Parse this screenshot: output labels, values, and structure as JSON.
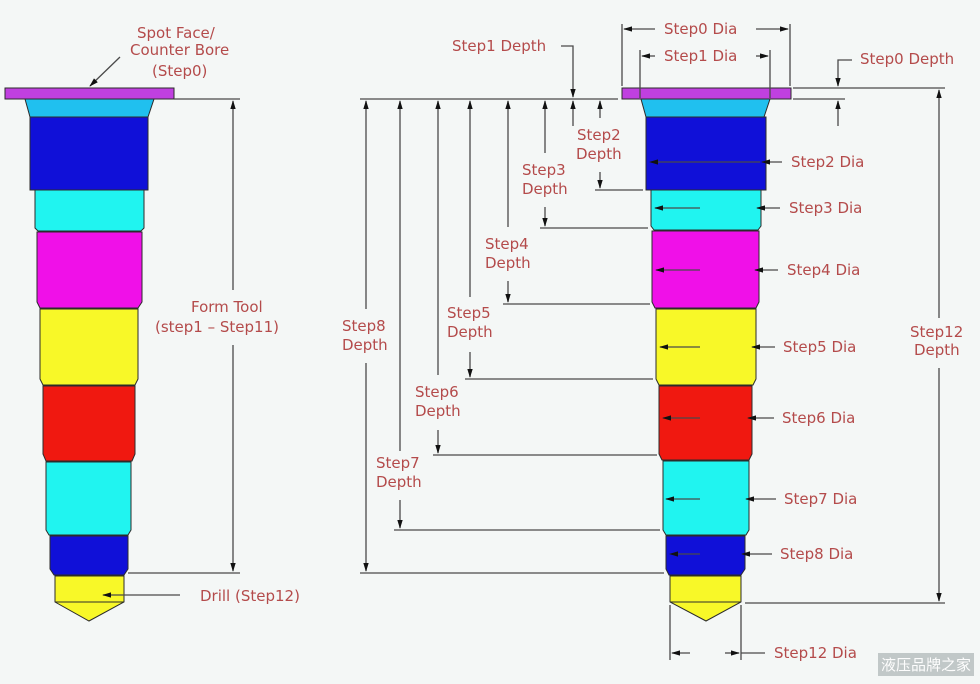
{
  "colors": {
    "label": "#b44b4b",
    "spot_face": "#c040e0",
    "step1": "#20c0ef",
    "step2": "#1010d8",
    "step3": "#20f4f0",
    "step4": "#f010e8",
    "step5": "#f8f828",
    "step6": "#f01810",
    "step7": "#20f4f0",
    "step8": "#1010d8",
    "drill": "#f8f828",
    "dim_line": "#4a4a4a",
    "background": "#f4f7f6"
  },
  "left_tool": {
    "spot_face_label": [
      "Spot Face/",
      "Counter Bore",
      "(Step0)"
    ],
    "form_tool_label": [
      "Form Tool",
      "(step1  –  Step11)"
    ],
    "drill_label": "Drill  (Step12)"
  },
  "right_tool": {
    "dia_labels": {
      "step0": "Step0  Dia",
      "step1": "Step1  Dia",
      "step2": "Step2  Dia",
      "step3": "Step3  Dia",
      "step4": "Step4  Dia",
      "step5": "Step5  Dia",
      "step6": "Step6  Dia",
      "step7": "Step7  Dia",
      "step8": "Step8  Dia",
      "step12": "Step12  Dia"
    },
    "depth_labels": {
      "step0": "Step0  Depth",
      "step1": "Step1  Depth",
      "step2": [
        "Step2",
        "Depth"
      ],
      "step3": [
        "Step3",
        "Depth"
      ],
      "step4": [
        "Step4",
        "Depth"
      ],
      "step5": [
        "Step5",
        "Depth"
      ],
      "step6": [
        "Step6",
        "Depth"
      ],
      "step7": [
        "Step7",
        "Depth"
      ],
      "step8": [
        "Step8",
        "Depth"
      ],
      "step12": [
        "Step12",
        "Depth"
      ]
    }
  },
  "watermark": "液压品牌之家"
}
